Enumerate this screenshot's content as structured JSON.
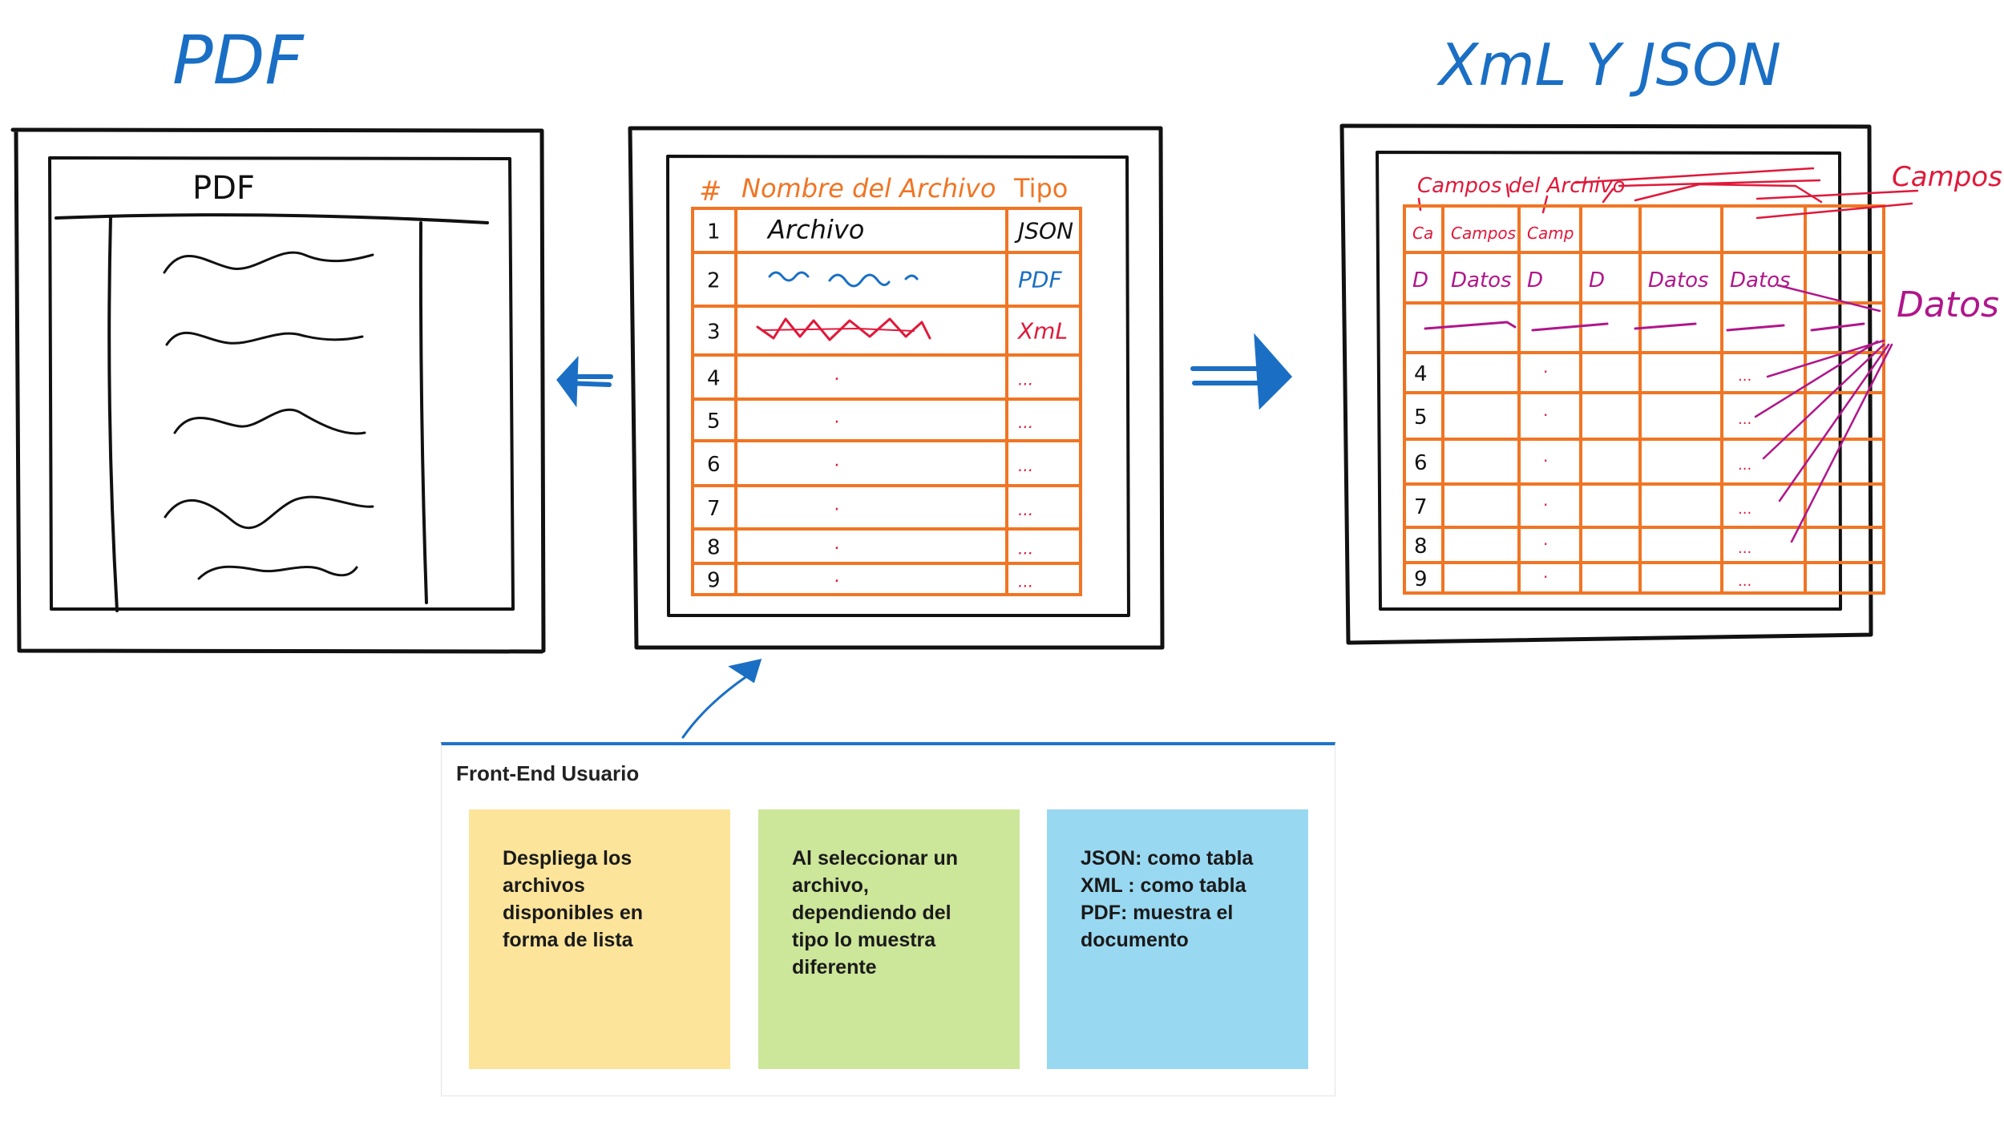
{
  "colors": {
    "ink_blue": "#1a6fc4",
    "ink_black": "#111111",
    "ink_orange": "#f07524",
    "ink_red": "#e0193a",
    "ink_purple": "#b0168a",
    "panel_accent": "#1f74c8",
    "note_yellow": "#fce49b",
    "note_green": "#cce69a",
    "note_blue": "#99d8f1"
  },
  "sketch": {
    "pdf_heading": "PDF",
    "xml_json_heading": "XmL Y JSON",
    "pdf_viewer": {
      "doc_title": "PDF"
    },
    "file_list": {
      "headers": {
        "index": "#",
        "name": "Nombre del Archivo",
        "type": "Tipo"
      },
      "rows": [
        {
          "index": "1",
          "name": "Archivo",
          "type": "JSON"
        },
        {
          "index": "2",
          "name": "",
          "type": "PDF"
        },
        {
          "index": "3",
          "name": "",
          "type": "XmL"
        },
        {
          "index": "4",
          "name": "·",
          "type": "..."
        },
        {
          "index": "5",
          "name": "·",
          "type": "..."
        },
        {
          "index": "6",
          "name": "·",
          "type": "..."
        },
        {
          "index": "7",
          "name": "·",
          "type": "..."
        },
        {
          "index": "8",
          "name": "·",
          "type": "..."
        },
        {
          "index": "9",
          "name": "·",
          "type": "..."
        }
      ]
    },
    "data_table": {
      "fields_label": "Campos del Archivo",
      "header_cells": [
        "Ca",
        "Campos",
        "Camp"
      ],
      "data_cells": [
        "D",
        "Datos",
        "D",
        "D",
        "Datos",
        "Datos"
      ],
      "row_numbers": [
        "4",
        "5",
        "6",
        "7",
        "8",
        "9"
      ],
      "dot_mark": "·",
      "ellipsis_mark": "...",
      "campos_annotation": "Campos",
      "datos_annotation": "Datos"
    }
  },
  "panel": {
    "title": "Front-End Usuario",
    "notes": [
      {
        "text": "Despliega los\narchivos\ndisponibles en\nforma de lista"
      },
      {
        "text": "Al seleccionar un\narchivo,\ndependiendo del\ntipo lo muestra\ndiferente"
      },
      {
        "text": "JSON: como tabla\nXML : como tabla\nPDF: muestra el\ndocumento"
      }
    ]
  }
}
